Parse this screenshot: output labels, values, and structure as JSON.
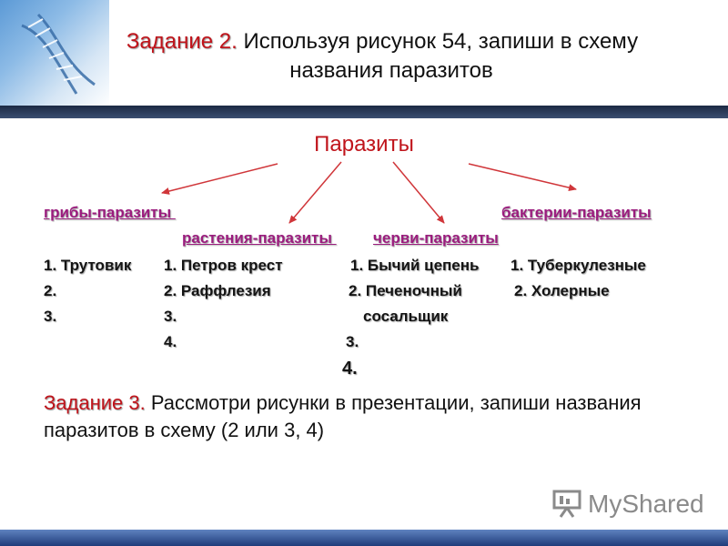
{
  "title": {
    "task_label": "Задание 2.",
    "text_line1": "Используя рисунок 54, запиши в схему",
    "text_line2": "названия паразитов"
  },
  "scheme": {
    "root": "Паразиты",
    "categories": {
      "fungi": "грибы-паразиты ",
      "bacteria": "бактерии-паразиты",
      "plants": "растения-паразиты ",
      "worms": "черви-паразиты"
    },
    "fungi_items": [
      "1. Трутовик",
      "2.",
      "3."
    ],
    "plant_items": [
      "1. Петров крест",
      "2. Раффлезия",
      "3.",
      "4."
    ],
    "worm_items": [
      "1. Бычий цепень",
      "2. Печеночный",
      "сосальщик",
      "3.",
      "4."
    ],
    "bacteria_items": [
      "1. Туберкулезные",
      "2. Холерные"
    ]
  },
  "task3": {
    "label": "Задание 3.",
    "text": "Рассмотри рисунки в презентации, запиши названия паразитов в схему (2 или 3, 4)"
  },
  "logo": {
    "text": "MyShared"
  },
  "colors": {
    "task_label": "#c0141b",
    "category": "#9b1c7e",
    "arrow": "#d0363a",
    "header_rule": "#1c2a44",
    "footer_rule": "#2a4a8a"
  }
}
